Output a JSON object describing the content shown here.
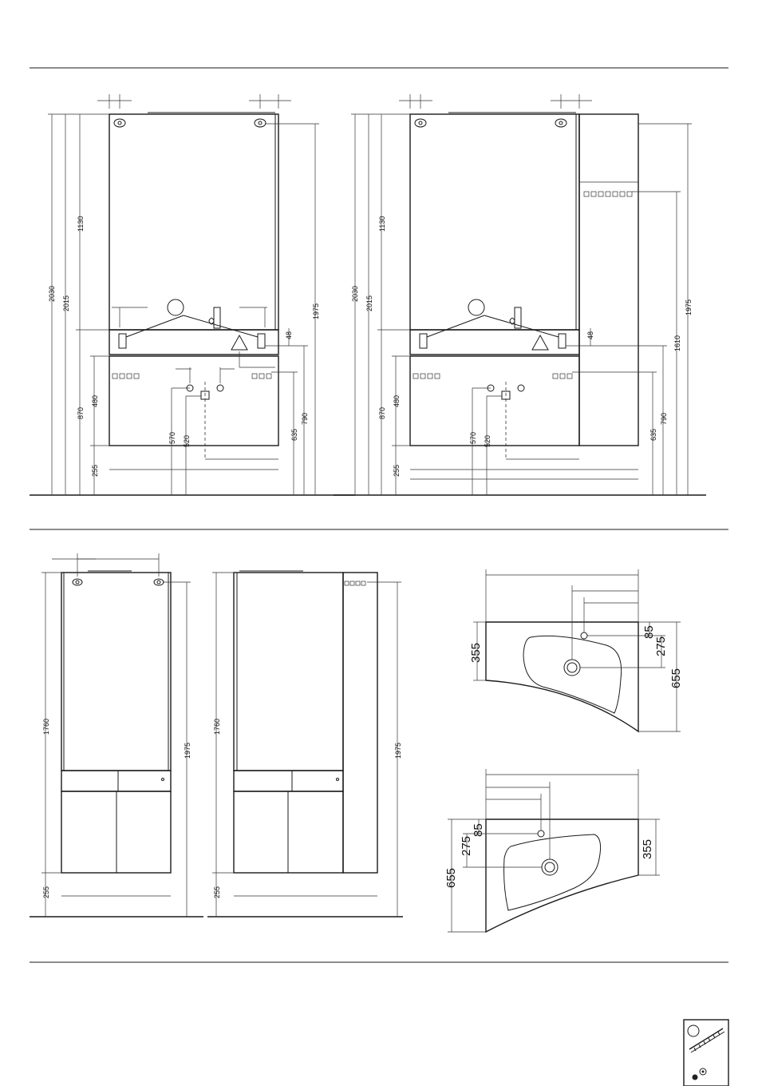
{
  "sheet": {
    "top_left": {
      "dims": {
        "h2030": "2030",
        "h2015": "2015",
        "h1130": "1130",
        "h870": "870",
        "h480": "480",
        "h255": "255",
        "h1975": "1975",
        "h790": "790",
        "h635": "635",
        "h48": "48",
        "h570": "570",
        "h520": "520"
      }
    },
    "top_right": {
      "dims": {
        "h2030": "2030",
        "h2015": "2015",
        "h1130": "1130",
        "h870": "870",
        "h480": "480",
        "h255": "255",
        "h1975": "1975",
        "h1610": "1610",
        "h790": "790",
        "h635": "635",
        "h48": "48",
        "h570": "570",
        "h520": "520"
      }
    },
    "bottom_front": {
      "dims": {
        "h1760": "1760",
        "h1975": "1975",
        "h255": "255"
      }
    },
    "bottom_side": {
      "dims": {
        "h1760": "1760",
        "h1975": "1975",
        "h255": "255"
      }
    },
    "basin_top": {
      "dims": {
        "d355": "355",
        "d85": "85",
        "d275": "275",
        "d655": "655"
      }
    },
    "basin_bottom": {
      "dims": {
        "d85": "85",
        "d275": "275",
        "d655": "655",
        "d355": "355"
      }
    }
  },
  "icons": [
    "fixing-kit-icon"
  ]
}
